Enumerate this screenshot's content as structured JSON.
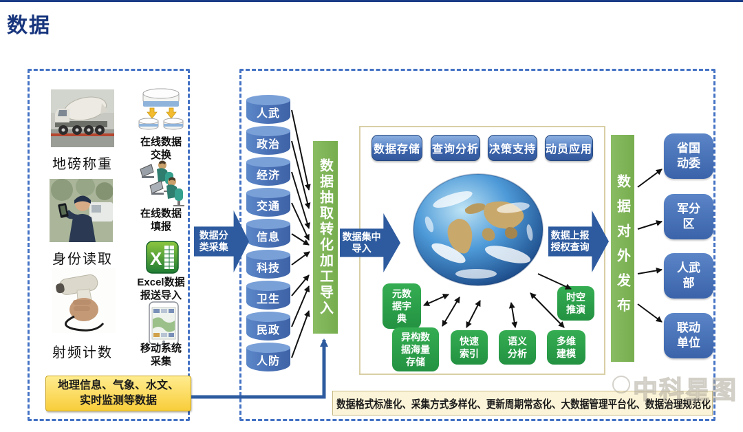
{
  "title": "数据",
  "watermark": "中科星图",
  "colors": {
    "title_navy": "#17357d",
    "dash_blue": "#4472c4",
    "arrow_blue": "#2e5b9f",
    "cylinder_blue": "#4a77bc",
    "bar_green": "#76ad4e",
    "capability_green": "#2ba04a",
    "button_blue": "#3c66ae",
    "note_yellow": "#f8cd3a",
    "banner_cream": "#fbf4d8"
  },
  "left_panel": {
    "photos": [
      {
        "label": "地磅称重"
      },
      {
        "label": "身份读取"
      },
      {
        "label": "射频计数"
      }
    ],
    "tools": [
      {
        "label": "在线数据\n交换"
      },
      {
        "label": "在线数据\n填报"
      },
      {
        "label": "Excel数据\n报送导入"
      },
      {
        "label": "移动系统\n采集"
      }
    ],
    "note": "地理信息、气象、水文、\n实时监测等数据"
  },
  "flow": {
    "collect_arrow": "数据分\n类采集",
    "import_arrow": "数据集中\n导入",
    "report_arrow": "数据上报\n授权查询",
    "etl_bar": "数据抽取转化加工导入",
    "publish_bar": "数据对外发布"
  },
  "categories": [
    {
      "label": "人武"
    },
    {
      "label": "政治"
    },
    {
      "label": "经济"
    },
    {
      "label": "交通"
    },
    {
      "label": "信息"
    },
    {
      "label": "科技"
    },
    {
      "label": "卫生"
    },
    {
      "label": "民政"
    },
    {
      "label": "人防"
    }
  ],
  "platform": {
    "functions": [
      {
        "label": "数据存储"
      },
      {
        "label": "查询分析"
      },
      {
        "label": "决策支持"
      },
      {
        "label": "动员应用"
      }
    ],
    "capabilities": [
      {
        "label": "元数\n据字\n典"
      },
      {
        "label": "异构数\n据海量\n存储"
      },
      {
        "label": "快速\n索引"
      },
      {
        "label": "语义\n分析"
      },
      {
        "label": "多维\n建模"
      },
      {
        "label": "时空\n推演"
      }
    ]
  },
  "outputs": [
    {
      "label": "省国\n动委"
    },
    {
      "label": "军分\n区"
    },
    {
      "label": "人武\n部"
    },
    {
      "label": "联动\n单位"
    }
  ],
  "banner": "数据格式标准化、采集方式多样化、更新周期常态化、大数据管理平台化、数据治理规范化"
}
